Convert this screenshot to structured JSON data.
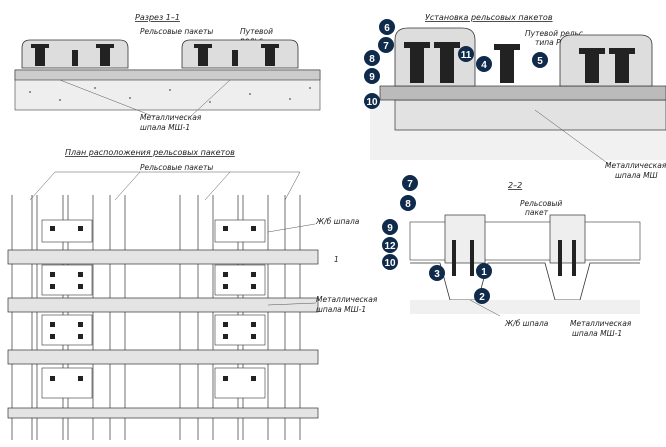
{
  "section_1_1": {
    "title": "Разрез 1–1",
    "label_packets": "Рельсовые пакеты",
    "label_rail_line1": "Путевой",
    "label_rail_line2": "рельс",
    "label_sleeper_line1": "Металлическая",
    "label_sleeper_line2": "шпала МШ-1"
  },
  "installation": {
    "title": "Установка рельсовых пакетов",
    "label_rail_line1": "Путевой рельс",
    "label_rail_line2": "типа Р65",
    "label_sleeper_line1": "Металлическая",
    "label_sleeper_line2": "шпала МШ",
    "markers": [
      "6",
      "7",
      "8",
      "9",
      "10",
      "11",
      "4",
      "5"
    ]
  },
  "plan": {
    "title": "План расположения рельсовых пакетов",
    "label_packets": "Рельсовые пакеты",
    "label_rc_sleeper": "Ж/б шпала",
    "label_sleeper_line1": "Металлическая",
    "label_sleeper_line2": "шпала МШ-1",
    "cut_mark": "1"
  },
  "section_2_2": {
    "title": "2–2",
    "label_packet_line1": "Рельсовый",
    "label_packet_line2": "пакет",
    "label_rc_sleeper": "Ж/б шпала",
    "label_sleeper_line1": "Металлическая",
    "label_sleeper_line2": "шпала МШ-1",
    "markers": [
      "7",
      "8",
      "9",
      "12",
      "10",
      "3",
      "1",
      "2"
    ]
  },
  "colors": {
    "marker": "#0f2a4a",
    "line": "#333333"
  }
}
